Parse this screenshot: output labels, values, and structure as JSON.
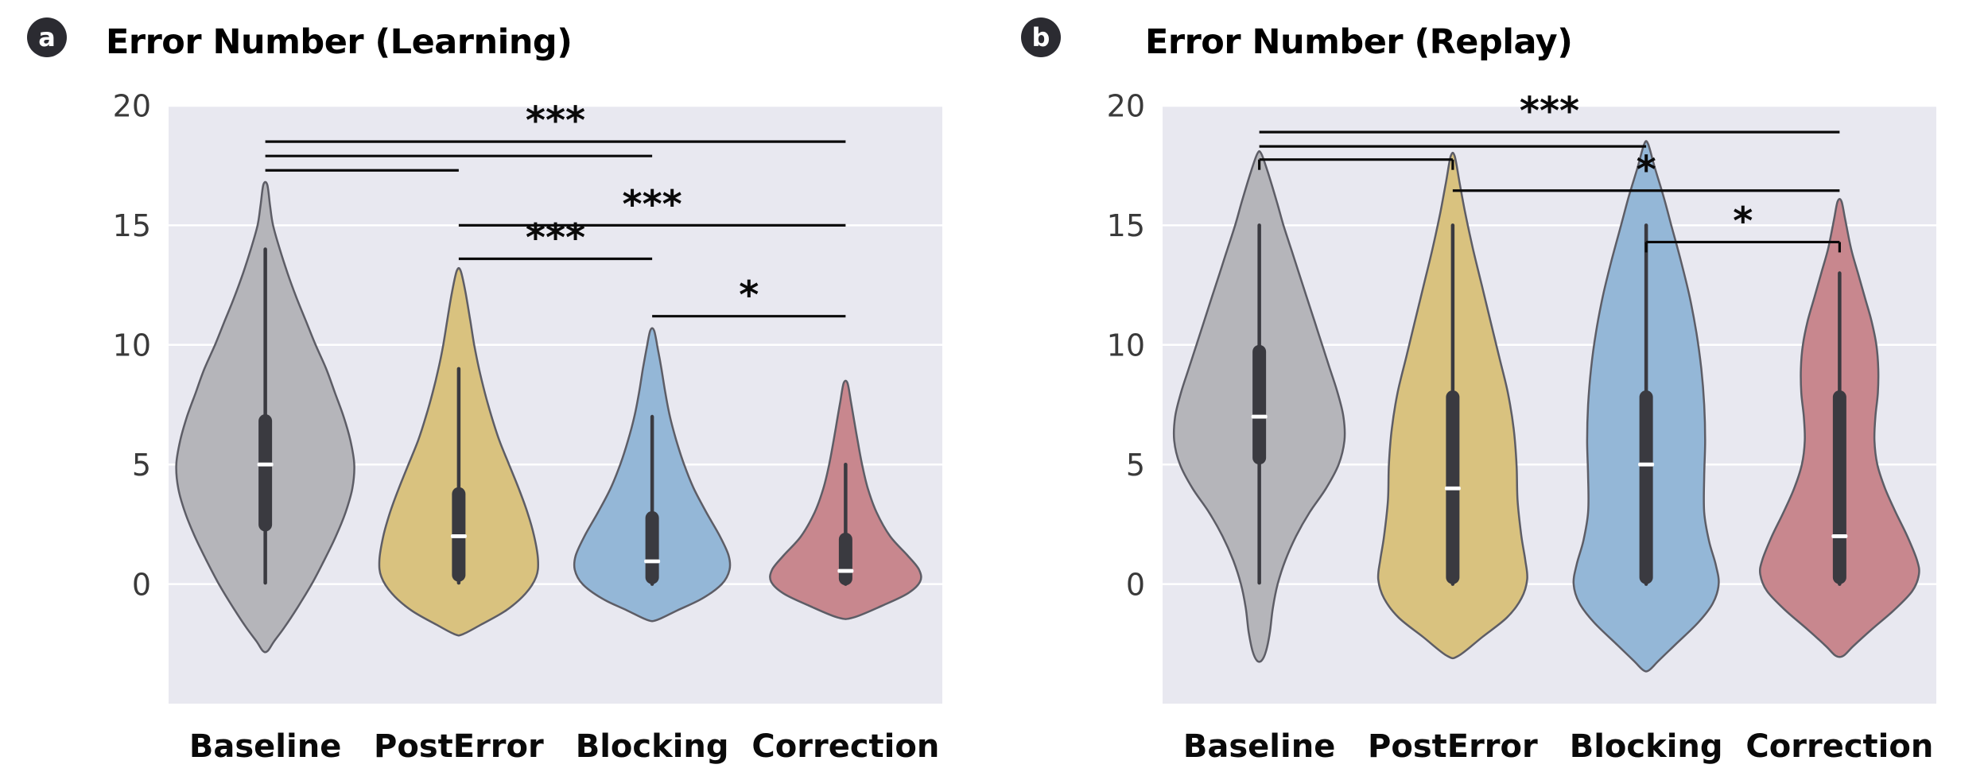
{
  "style": {
    "figure_bg": "#ffffff",
    "plot_bg": "#e8e8f0",
    "grid_color": "#ffffff",
    "box_color": "#3a3a40",
    "median_color": "#ffffff",
    "violin_stroke": "#5d5d66",
    "bracket_color": "#0a0a0a",
    "tick_label_color": "#3a3a3a",
    "x_label_color": "#0a0a0a",
    "title_color": "#000000",
    "badge_bg": "#2b2b31",
    "badge_text": "#ffffff"
  },
  "chart_data": [
    {
      "type": "violin",
      "panel_label": "a",
      "title": "Error Number (Learning)",
      "categories": [
        "Baseline",
        "PostError",
        "Blocking",
        "Correction"
      ],
      "ylim": [
        -5,
        20
      ],
      "yticks": [
        0,
        5,
        10,
        15,
        20
      ],
      "grid": true,
      "series": [
        {
          "name": "Baseline",
          "color": "#b5b5ba",
          "median": 5,
          "q1": 2.2,
          "q3": 7.1,
          "whisker_low": 0.05,
          "whisker_high": 14,
          "range": [
            -2.8,
            16.7
          ],
          "profile": [
            [
              16.7,
              0.01
            ],
            [
              15.8,
              0.025
            ],
            [
              15,
              0.04
            ],
            [
              14,
              0.075
            ],
            [
              13,
              0.115
            ],
            [
              12,
              0.16
            ],
            [
              11,
              0.21
            ],
            [
              10,
              0.26
            ],
            [
              9,
              0.315
            ],
            [
              8,
              0.36
            ],
            [
              7,
              0.405
            ],
            [
              6,
              0.44
            ],
            [
              5,
              0.46
            ],
            [
              4,
              0.45
            ],
            [
              3,
              0.415
            ],
            [
              2,
              0.365
            ],
            [
              1,
              0.305
            ],
            [
              0,
              0.24
            ],
            [
              -1,
              0.165
            ],
            [
              -1.8,
              0.1
            ],
            [
              -2.4,
              0.045
            ],
            [
              -2.8,
              0.012
            ]
          ]
        },
        {
          "name": "PostError",
          "color": "#d9c27f",
          "median": 2,
          "q1": 0.1,
          "q3": 4.05,
          "whisker_low": 0.05,
          "whisker_high": 9,
          "range": [
            -2.1,
            13.1
          ],
          "profile": [
            [
              13.1,
              0.01
            ],
            [
              12.2,
              0.035
            ],
            [
              11,
              0.06
            ],
            [
              10,
              0.08
            ],
            [
              9,
              0.105
            ],
            [
              8,
              0.135
            ],
            [
              7,
              0.17
            ],
            [
              6,
              0.21
            ],
            [
              5,
              0.26
            ],
            [
              4,
              0.31
            ],
            [
              3,
              0.355
            ],
            [
              2,
              0.39
            ],
            [
              1,
              0.41
            ],
            [
              0.3,
              0.4
            ],
            [
              -0.4,
              0.345
            ],
            [
              -1.1,
              0.245
            ],
            [
              -1.7,
              0.115
            ],
            [
              -2.1,
              0.02
            ]
          ]
        },
        {
          "name": "Blocking",
          "color": "#94b7d7",
          "median": 0.95,
          "q1": 0,
          "q3": 3.05,
          "whisker_low": 0,
          "whisker_high": 7,
          "range": [
            -1.5,
            10.6
          ],
          "profile": [
            [
              10.6,
              0.01
            ],
            [
              9.8,
              0.03
            ],
            [
              9,
              0.048
            ],
            [
              8,
              0.068
            ],
            [
              7,
              0.092
            ],
            [
              6,
              0.125
            ],
            [
              5,
              0.165
            ],
            [
              4,
              0.215
            ],
            [
              3,
              0.28
            ],
            [
              2,
              0.35
            ],
            [
              1.2,
              0.395
            ],
            [
              0.6,
              0.4
            ],
            [
              0,
              0.36
            ],
            [
              -0.6,
              0.26
            ],
            [
              -1.1,
              0.13
            ],
            [
              -1.5,
              0.025
            ]
          ]
        },
        {
          "name": "Correction",
          "color": "#c8878e",
          "median": 0.55,
          "q1": -0.05,
          "q3": 2.15,
          "whisker_low": 0,
          "whisker_high": 5,
          "range": [
            -1.4,
            8.4
          ],
          "profile": [
            [
              8.4,
              0.01
            ],
            [
              7.6,
              0.028
            ],
            [
              6.8,
              0.045
            ],
            [
              6,
              0.062
            ],
            [
              5,
              0.085
            ],
            [
              4,
              0.115
            ],
            [
              3,
              0.16
            ],
            [
              2,
              0.23
            ],
            [
              1.2,
              0.32
            ],
            [
              0.6,
              0.38
            ],
            [
              0.1,
              0.385
            ],
            [
              -0.4,
              0.32
            ],
            [
              -0.9,
              0.19
            ],
            [
              -1.4,
              0.04
            ]
          ]
        }
      ],
      "significance": [
        {
          "from": 0,
          "to": 3,
          "y": 18.5,
          "label": "***",
          "end_ticks": false
        },
        {
          "from": 0,
          "to": 2,
          "y": 17.9,
          "label": null,
          "end_ticks": false
        },
        {
          "from": 0,
          "to": 1,
          "y": 17.3,
          "label": null,
          "end_ticks": false
        },
        {
          "from": 1,
          "to": 3,
          "y": 15.0,
          "label": "***",
          "end_ticks": false
        },
        {
          "from": 1,
          "to": 2,
          "y": 13.6,
          "label": "***",
          "end_ticks": false
        },
        {
          "from": 2,
          "to": 3,
          "y": 11.2,
          "label": "*",
          "end_ticks": false
        }
      ]
    },
    {
      "type": "violin",
      "panel_label": "b",
      "title": "Error Number (Replay)",
      "categories": [
        "Baseline",
        "PostError",
        "Blocking",
        "Correction"
      ],
      "ylim": [
        -5,
        20
      ],
      "yticks": [
        0,
        5,
        10,
        15,
        20
      ],
      "grid": true,
      "series": [
        {
          "name": "Baseline",
          "color": "#b5b5ba",
          "median": 7,
          "q1": 5,
          "q3": 10,
          "whisker_low": 0.05,
          "whisker_high": 15,
          "range": [
            -3.2,
            18.0
          ],
          "profile": [
            [
              18,
              0.01
            ],
            [
              17.2,
              0.045
            ],
            [
              16,
              0.09
            ],
            [
              15,
              0.125
            ],
            [
              14,
              0.165
            ],
            [
              13,
              0.205
            ],
            [
              12,
              0.245
            ],
            [
              11,
              0.285
            ],
            [
              10,
              0.325
            ],
            [
              9,
              0.365
            ],
            [
              8,
              0.405
            ],
            [
              7,
              0.435
            ],
            [
              6,
              0.44
            ],
            [
              5,
              0.41
            ],
            [
              4,
              0.345
            ],
            [
              3,
              0.26
            ],
            [
              2,
              0.19
            ],
            [
              1,
              0.135
            ],
            [
              0,
              0.095
            ],
            [
              -1,
              0.07
            ],
            [
              -2,
              0.055
            ],
            [
              -2.8,
              0.035
            ],
            [
              -3.2,
              0.012
            ]
          ]
        },
        {
          "name": "PostError",
          "color": "#d9c27f",
          "median": 4,
          "q1": 0,
          "q3": 8.1,
          "whisker_low": 0,
          "whisker_high": 15,
          "range": [
            -3.0,
            17.9
          ],
          "profile": [
            [
              17.9,
              0.01
            ],
            [
              16.8,
              0.035
            ],
            [
              15.5,
              0.065
            ],
            [
              14,
              0.105
            ],
            [
              12.5,
              0.15
            ],
            [
              11,
              0.195
            ],
            [
              9.5,
              0.24
            ],
            [
              8,
              0.285
            ],
            [
              6.5,
              0.315
            ],
            [
              5,
              0.33
            ],
            [
              3.5,
              0.335
            ],
            [
              2,
              0.355
            ],
            [
              1,
              0.375
            ],
            [
              0.2,
              0.385
            ],
            [
              -0.6,
              0.355
            ],
            [
              -1.4,
              0.28
            ],
            [
              -2.2,
              0.155
            ],
            [
              -3,
              0.03
            ]
          ]
        },
        {
          "name": "Blocking",
          "color": "#94b7d7",
          "median": 5,
          "q1": 0,
          "q3": 8.1,
          "whisker_low": 0,
          "whisker_high": 15,
          "range": [
            -3.6,
            18.4
          ],
          "profile": [
            [
              18.4,
              0.01
            ],
            [
              17.4,
              0.045
            ],
            [
              16.2,
              0.09
            ],
            [
              15,
              0.13
            ],
            [
              13.5,
              0.18
            ],
            [
              12,
              0.225
            ],
            [
              10.5,
              0.26
            ],
            [
              9,
              0.285
            ],
            [
              7.5,
              0.3
            ],
            [
              6,
              0.305
            ],
            [
              4.5,
              0.3
            ],
            [
              3,
              0.3
            ],
            [
              1.8,
              0.325
            ],
            [
              0.8,
              0.36
            ],
            [
              0,
              0.375
            ],
            [
              -0.8,
              0.345
            ],
            [
              -1.6,
              0.27
            ],
            [
              -2.5,
              0.155
            ],
            [
              -3.2,
              0.065
            ],
            [
              -3.6,
              0.015
            ]
          ]
        },
        {
          "name": "Correction",
          "color": "#c8878e",
          "median": 2,
          "q1": 0,
          "q3": 8.1,
          "whisker_low": 0,
          "whisker_high": 13,
          "range": [
            -3.0,
            16.0
          ],
          "profile": [
            [
              16,
              0.01
            ],
            [
              15.2,
              0.03
            ],
            [
              14,
              0.06
            ],
            [
              13,
              0.095
            ],
            [
              12,
              0.13
            ],
            [
              11,
              0.165
            ],
            [
              10,
              0.19
            ],
            [
              9,
              0.2
            ],
            [
              8,
              0.198
            ],
            [
              7,
              0.185
            ],
            [
              6,
              0.18
            ],
            [
              5,
              0.195
            ],
            [
              4,
              0.235
            ],
            [
              3,
              0.29
            ],
            [
              2,
              0.35
            ],
            [
              1,
              0.4
            ],
            [
              0.4,
              0.41
            ],
            [
              -0.3,
              0.375
            ],
            [
              -1.1,
              0.28
            ],
            [
              -1.9,
              0.165
            ],
            [
              -2.6,
              0.07
            ],
            [
              -3,
              0.02
            ]
          ]
        }
      ],
      "significance": [
        {
          "from": 0,
          "to": 3,
          "y": 18.9,
          "label": "***",
          "end_ticks": false
        },
        {
          "from": 0,
          "to": 2,
          "y": 18.3,
          "label": null,
          "end_ticks": false
        },
        {
          "from": 0,
          "to": 1,
          "y": 17.75,
          "label": null,
          "end_ticks": true
        },
        {
          "from": 1,
          "to": 3,
          "y": 16.45,
          "label": "*",
          "end_ticks": false
        },
        {
          "from": 2,
          "to": 3,
          "y": 14.3,
          "label": "*",
          "end_ticks": true
        }
      ]
    }
  ]
}
